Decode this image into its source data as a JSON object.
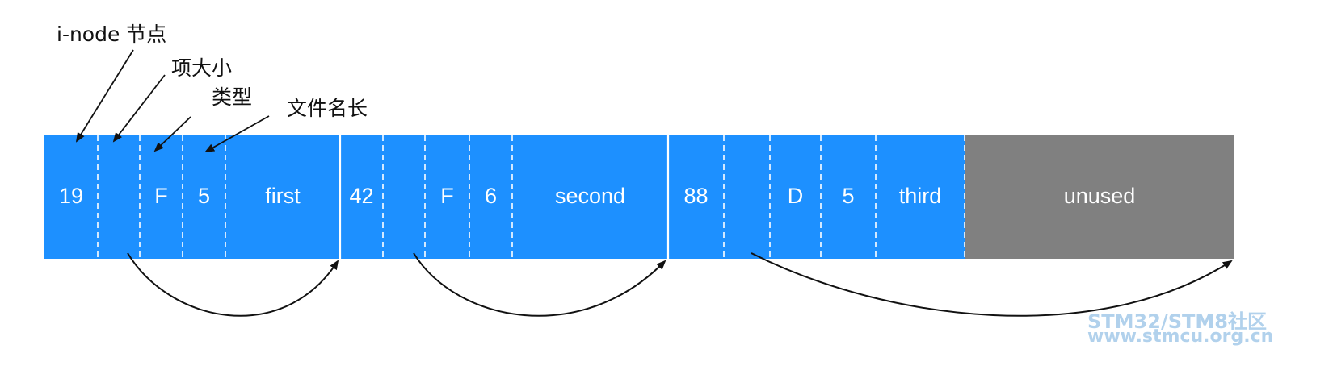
{
  "labels": {
    "inode": "i-node 节点",
    "rec_len": "项大小",
    "type": "类型",
    "name_len": "文件名长"
  },
  "entries": [
    {
      "inode": "19",
      "rec_len": "",
      "type": "F",
      "name_len": "5",
      "name": "first"
    },
    {
      "inode": "42",
      "rec_len": "",
      "type": "F",
      "name_len": "6",
      "name": "second"
    },
    {
      "inode": "88",
      "rec_len": "",
      "type": "D",
      "name_len": "5",
      "name": "third"
    }
  ],
  "unused": "unused",
  "colors": {
    "used": "#1d90ff",
    "unused": "#808080",
    "divider": "#ffffff",
    "arrow": "#111111"
  },
  "watermark": {
    "line1": "STM32/STM8社区",
    "line2": "www.stmcu.org.cn"
  }
}
